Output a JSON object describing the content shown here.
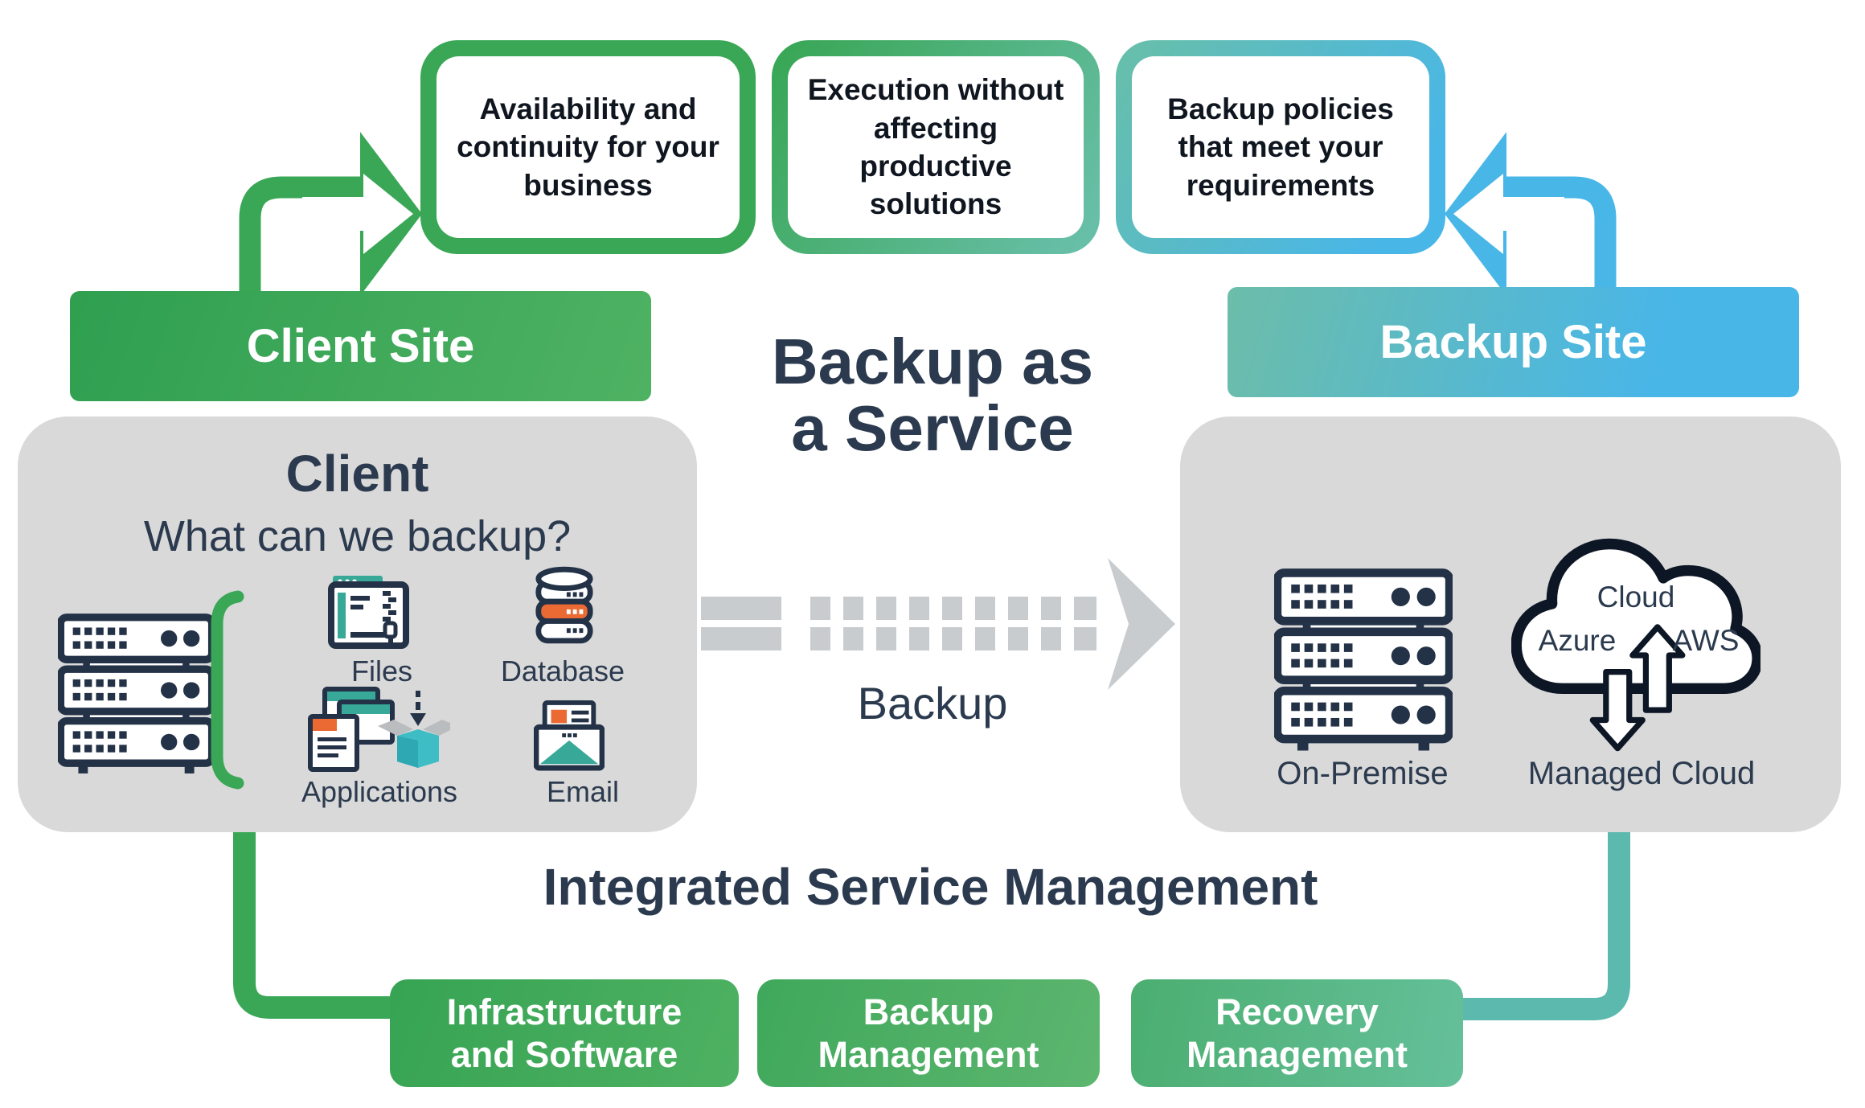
{
  "diagram": {
    "title": "Backup as a Service",
    "flow_label": "Backup",
    "benefit_boxes": [
      {
        "label": "Availability and continuity for your business"
      },
      {
        "label": "Execution without affecting productive solutions"
      },
      {
        "label": "Backup policies that meet your requirements"
      }
    ],
    "client_site": {
      "banner": "Client Site",
      "panel_title": "Client",
      "panel_subtitle": "What can we backup?",
      "items": [
        {
          "icon": "files-icon",
          "label": "Files"
        },
        {
          "icon": "database-icon",
          "label": "Database"
        },
        {
          "icon": "applications-icon",
          "label": "Applications"
        },
        {
          "icon": "email-icon",
          "label": "Email"
        }
      ]
    },
    "backup_site": {
      "banner": "Backup Site",
      "items": [
        {
          "icon": "server-rack-icon",
          "label": "On-Premise"
        },
        {
          "icon": "managed-cloud-icon",
          "label": "Managed Cloud",
          "cloud_labels": {
            "top": "Cloud",
            "left": "Azure",
            "right": "AWS"
          }
        }
      ]
    },
    "service_management": {
      "heading": "Integrated Service Management",
      "banners": [
        {
          "label": "Infrastructure and Software"
        },
        {
          "label": "Backup Management"
        },
        {
          "label": "Recovery Management"
        }
      ]
    },
    "colors": {
      "green": "#3aa757",
      "teal": "#5cb9ae",
      "blue": "#49b6e8",
      "navy": "#2b3a4e",
      "panel_gray": "#d9d9d9",
      "dash_gray": "#c9cccf",
      "icon_teal": "#38a899",
      "icon_orange": "#eb6a33",
      "icon_navy": "#233247"
    }
  }
}
